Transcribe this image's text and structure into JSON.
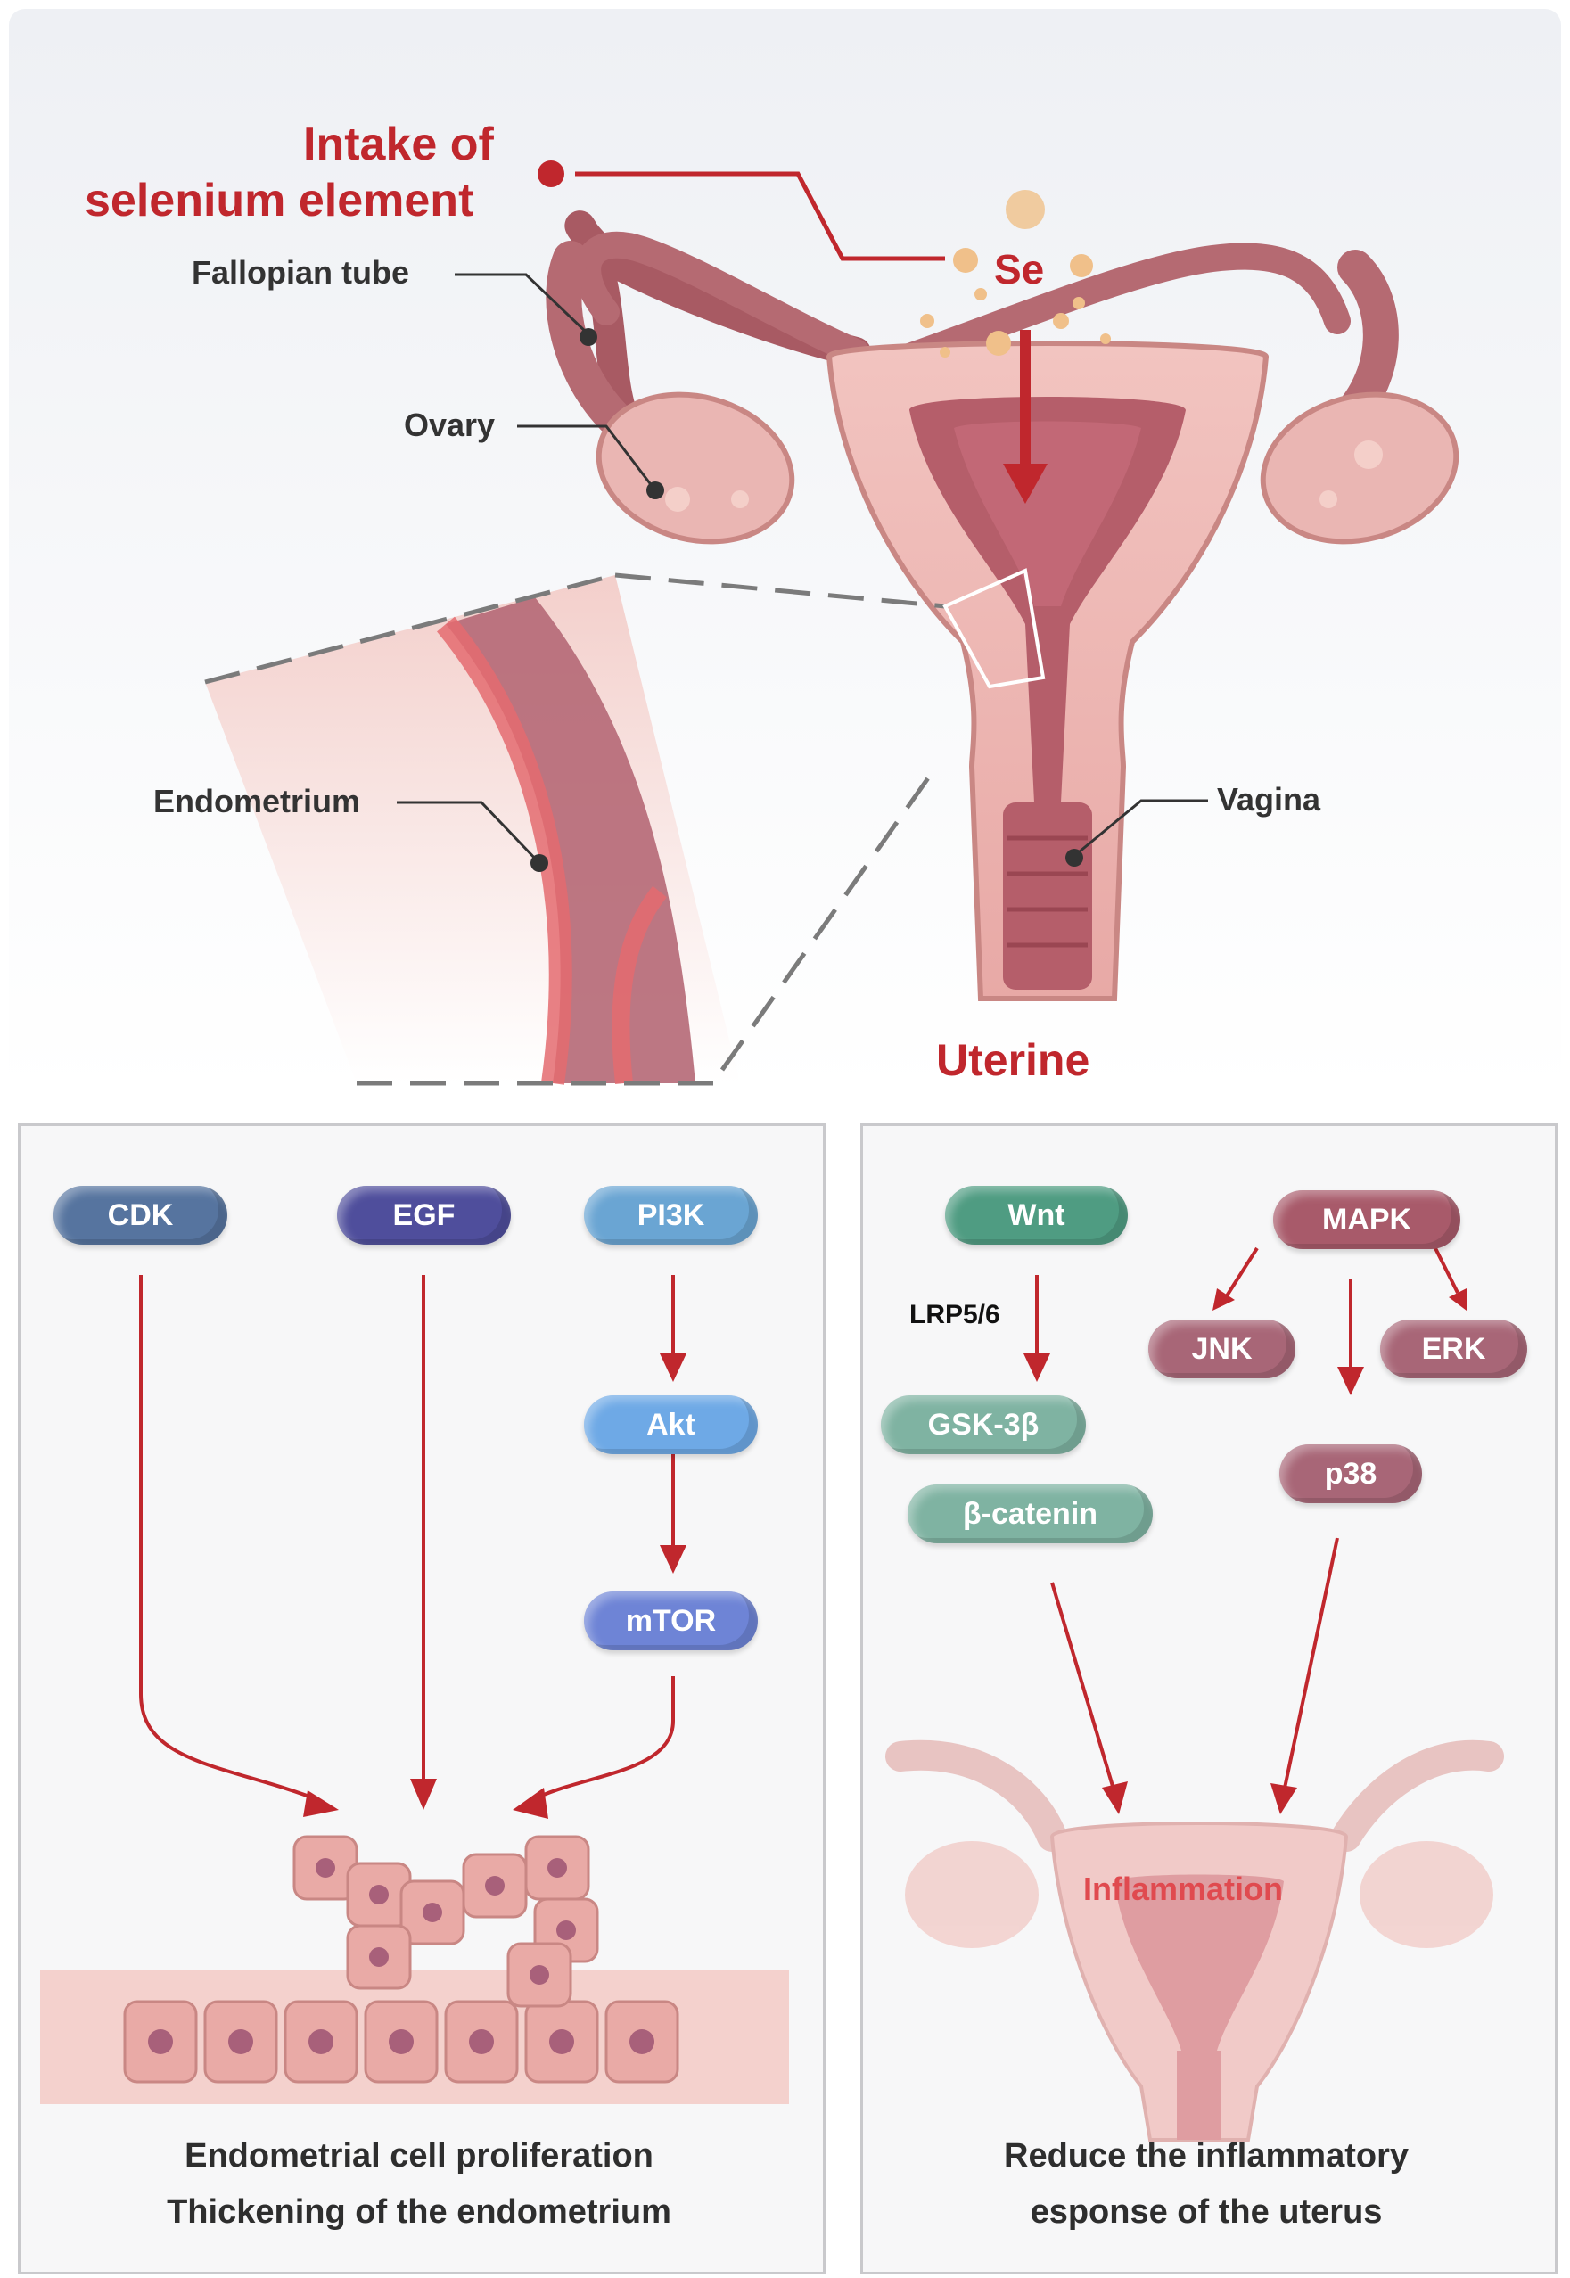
{
  "top": {
    "intake_label_line1": "Intake of",
    "intake_label_line2": "selenium element",
    "se_label": "Se",
    "fallopian_label": "Fallopian tube",
    "ovary_label": "Ovary",
    "endometrium_label": "Endometrium",
    "vagina_label": "Vagina",
    "uterine_label": "Uterine"
  },
  "left_panel": {
    "nodes": {
      "cdk": "CDK",
      "egf": "EGF",
      "pi3k": "PI3K",
      "akt": "Akt",
      "mtor": "mTOR"
    },
    "caption_line1": "Endometrial cell proliferation",
    "caption_line2": "Thickening of the endometrium"
  },
  "right_panel": {
    "nodes": {
      "wnt": "Wnt",
      "lrp": "LRP5/6",
      "gsk": "GSK-3β",
      "catenin": "β-catenin",
      "mapk": "MAPK",
      "jnk": "JNK",
      "erk": "ERK",
      "p38": "p38"
    },
    "inflammation_label": "Inflammation",
    "caption_line1": "Reduce the inflammatory",
    "caption_line2": "esponse of the uterus"
  },
  "colors": {
    "accent_red": "#c0272d",
    "cdk": "#56749f",
    "egf": "#4f4e9c",
    "pi3k": "#6aa5d3",
    "akt": "#6ea9e6",
    "mtor": "#6e84d6",
    "wnt": "#4f9c82",
    "gsk": "#7fb3a2",
    "mapk": "#a85a6a",
    "jnk": "#a86677"
  }
}
